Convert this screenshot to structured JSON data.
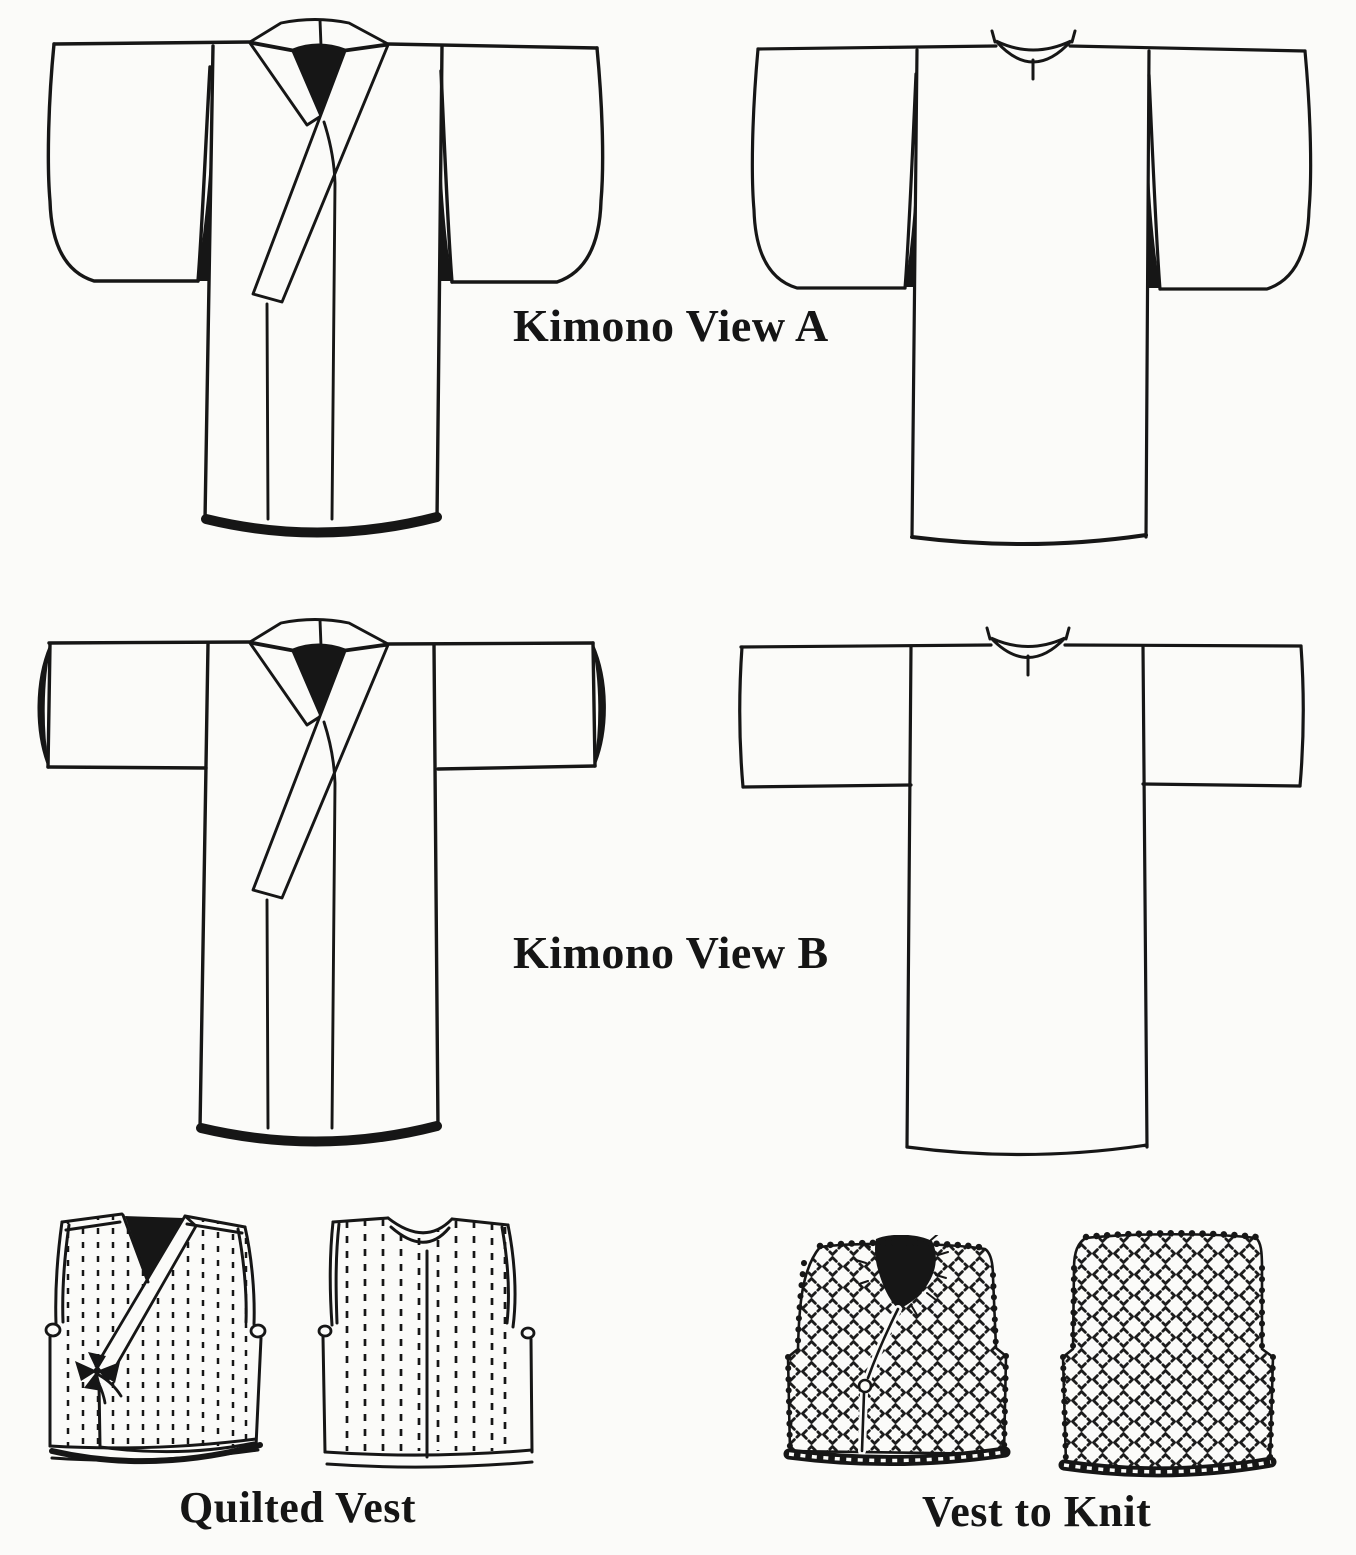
{
  "page": {
    "background_color": "#fbfbf9",
    "ink_color": "#161616"
  },
  "sections": [
    {
      "id": "kimono-view-a",
      "label": "Kimono View A",
      "views": [
        "front",
        "back"
      ]
    },
    {
      "id": "kimono-view-b",
      "label": "Kimono View B",
      "views": [
        "front",
        "back"
      ]
    },
    {
      "id": "quilted-vest",
      "label": "Quilted Vest",
      "views": [
        "front",
        "back"
      ]
    },
    {
      "id": "vest-to-knit",
      "label": "Vest to Knit",
      "views": [
        "front",
        "back"
      ]
    }
  ],
  "illustrations": [
    {
      "id": "kimono-view-a-front",
      "alt": "Kimono View A front, crossed collar band, long hanging sleeves"
    },
    {
      "id": "kimono-view-a-back",
      "alt": "Kimono View A back, small neckband, long hanging sleeves"
    },
    {
      "id": "kimono-view-b-front",
      "alt": "Kimono View B front, crossed collar band, straight tube sleeves"
    },
    {
      "id": "kimono-view-b-back",
      "alt": "Kimono View B back, small neckband, straight tube sleeves"
    },
    {
      "id": "quilted-vest-front",
      "alt": "Quilted vest front with wrap tie and vertical quilting stitches"
    },
    {
      "id": "quilted-vest-back",
      "alt": "Quilted vest back with center seam and vertical quilting stitches"
    },
    {
      "id": "vest-to-knit-front",
      "alt": "Knitted vest front with textured stitch pattern and button"
    },
    {
      "id": "vest-to-knit-back",
      "alt": "Knitted vest back with textured stitch pattern"
    }
  ]
}
